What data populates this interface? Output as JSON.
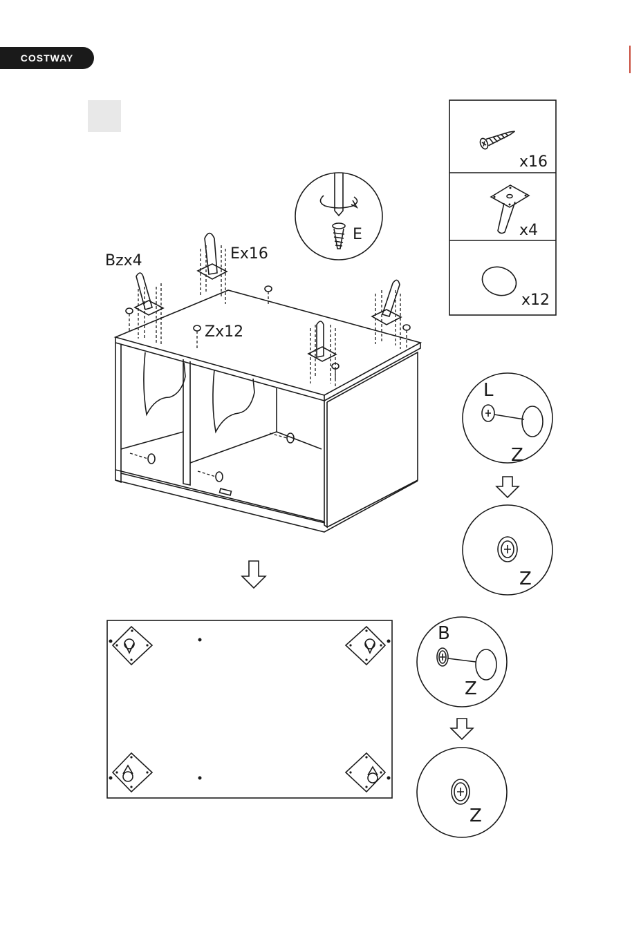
{
  "header": {
    "brand": "COSTWAY"
  },
  "hardware": [
    {
      "name": "screw",
      "count": "x16"
    },
    {
      "name": "leg",
      "count": "x4"
    },
    {
      "name": "cap",
      "count": "x12"
    }
  ],
  "callouts": {
    "e_label": "E",
    "bz_label": "Bzx4",
    "ex_label": "Ex16",
    "zx_label": "Zx12"
  },
  "details": {
    "l_label": "L",
    "z1_label": "Z",
    "z2_label": "Z",
    "b_label": "B",
    "z3_label": "Z",
    "z4_label": "Z"
  }
}
